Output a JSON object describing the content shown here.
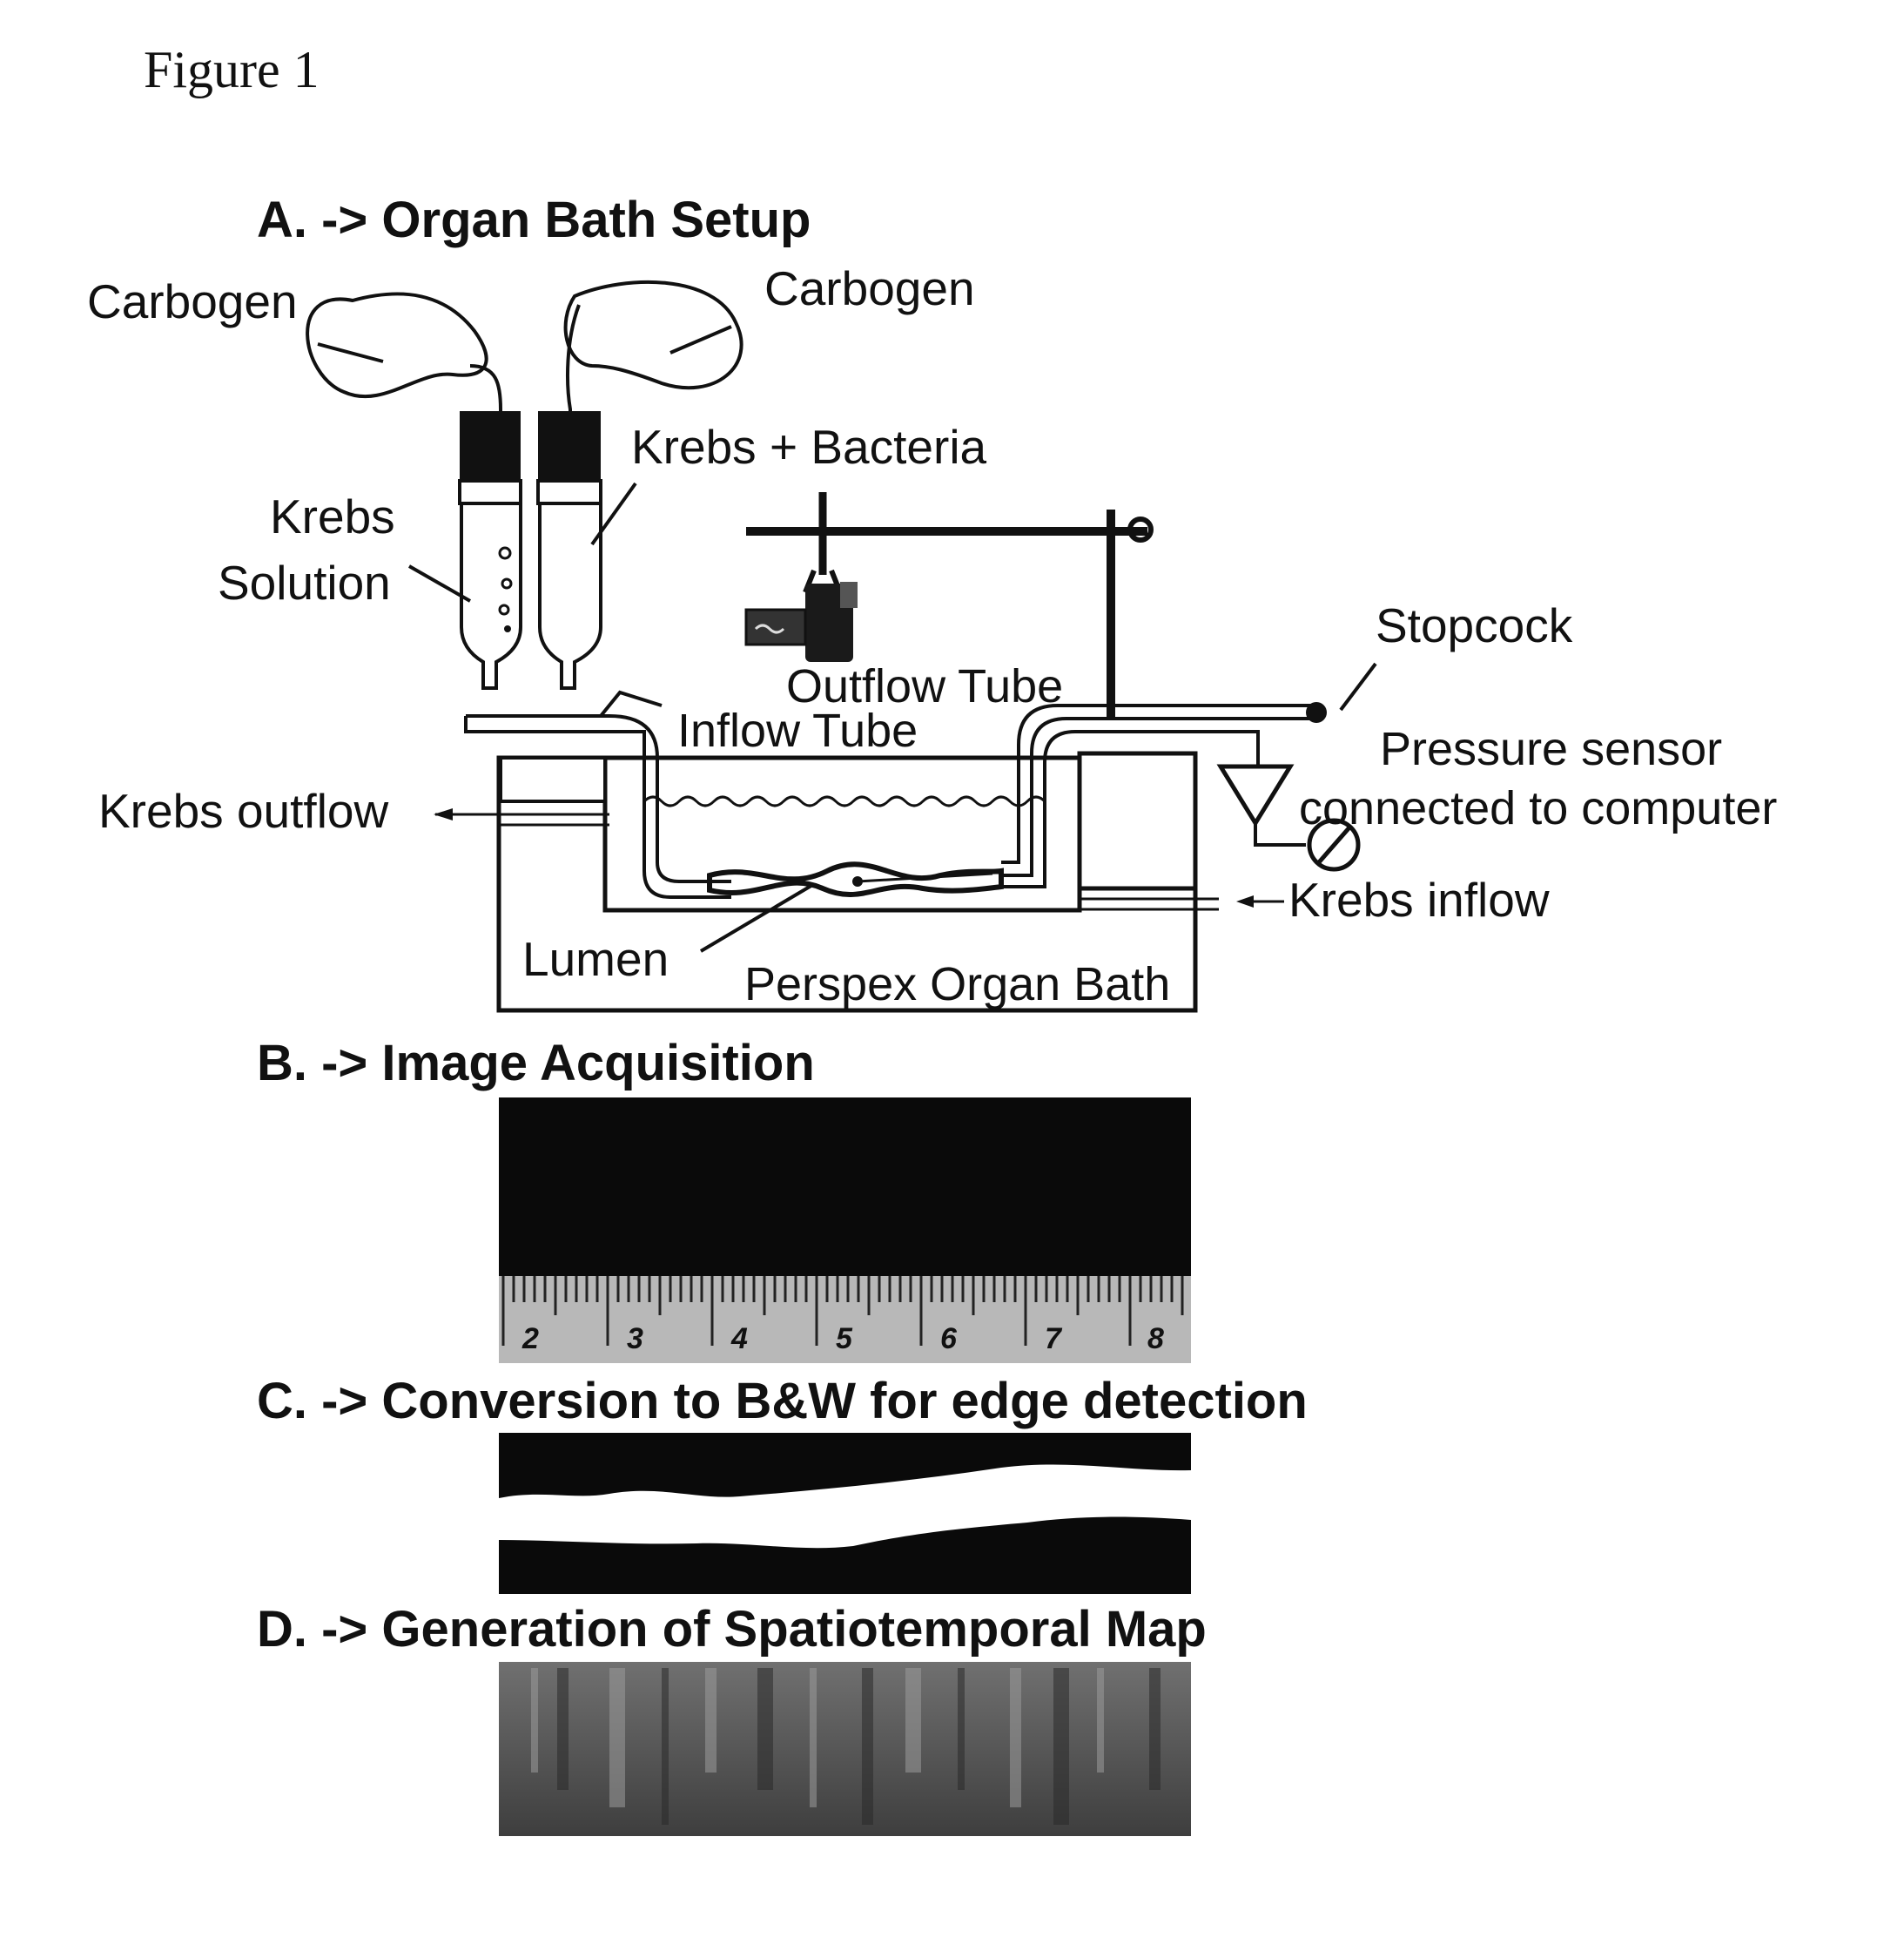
{
  "figure_title": "Figure 1",
  "panel_a": {
    "heading": "A. -> Organ Bath Setup",
    "labels": {
      "carbogen_left": "Carbogen",
      "carbogen_right": "Carbogen",
      "krebs_bacteria": "Krebs + Bacteria",
      "krebs_line1": "Krebs",
      "krebs_line2": "Solution",
      "stopcock": "Stopcock",
      "outflow_tube": "Outflow Tube",
      "inflow_tube": "Inflow Tube",
      "pressure_line1": "Pressure sensor",
      "pressure_line2": "connected to computer",
      "krebs_outflow": "Krebs outflow",
      "krebs_inflow": "Krebs inflow",
      "lumen": "Lumen",
      "perspex": "Perspex Organ Bath"
    }
  },
  "panel_b": {
    "heading": "B. -> Image Acquisition",
    "ruler_numbers": [
      "2",
      "3",
      "4",
      "5",
      "6",
      "7",
      "8"
    ]
  },
  "panel_c": {
    "heading": "C. -> Conversion to B&W for edge detection"
  },
  "panel_d": {
    "heading": "D. -> Generation of Spatiotemporal Map"
  },
  "colors": {
    "ink": "#111111",
    "ruler": "#b8b8b8",
    "map": "#5a5a5a"
  }
}
